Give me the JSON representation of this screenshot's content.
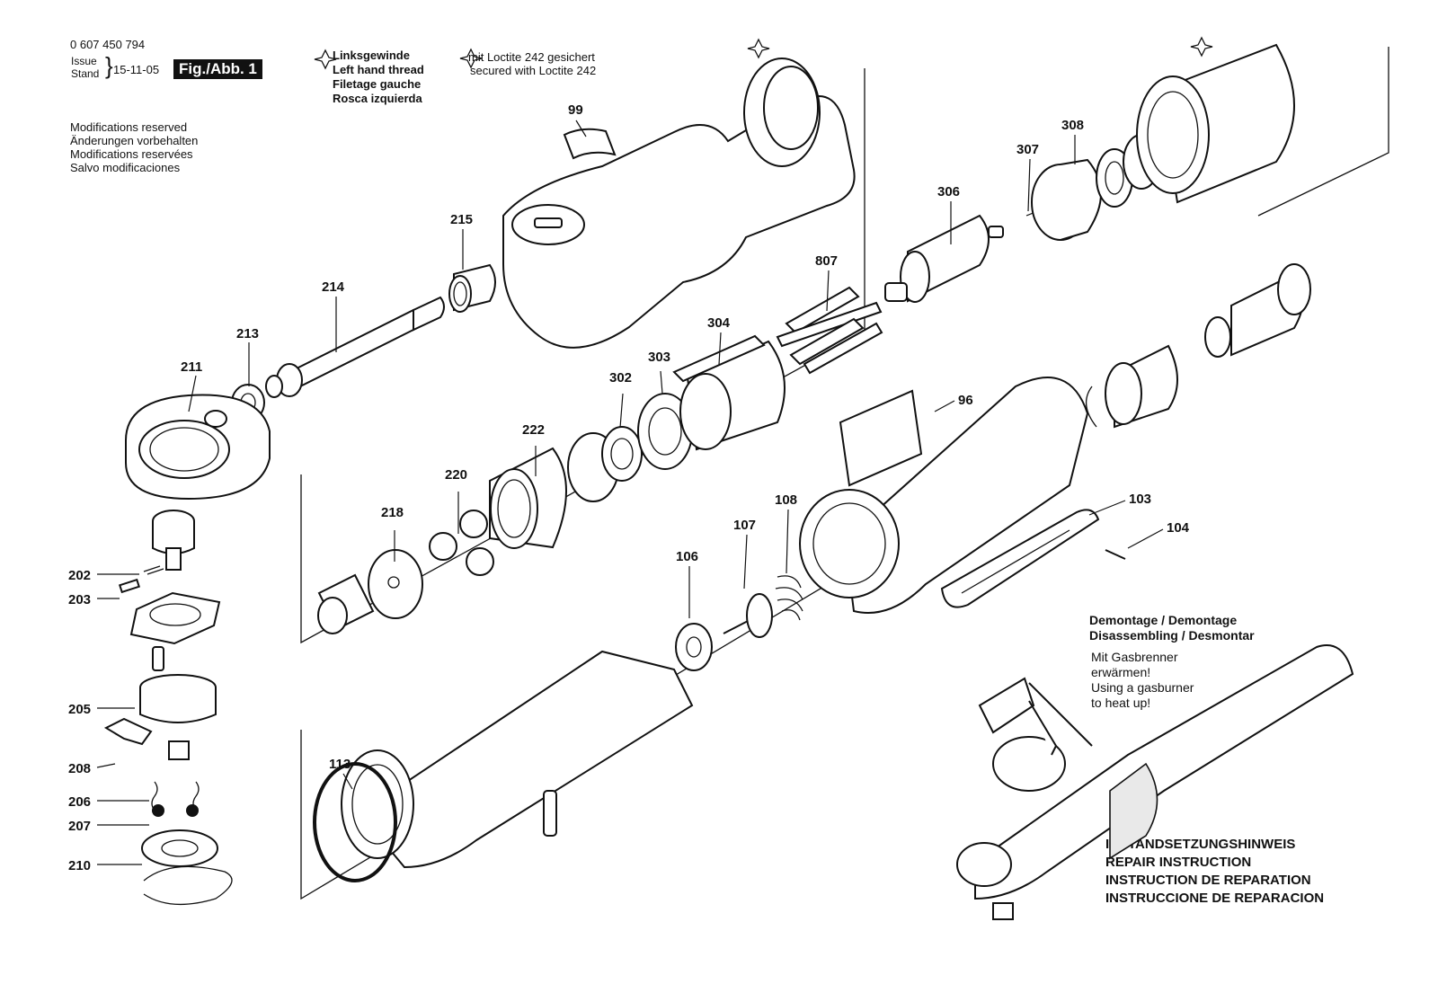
{
  "header": {
    "part_number": "0 607 450 794",
    "issue_label": "Issue",
    "stand_label": "Stand",
    "date": "15-11-05",
    "fig_label": "Fig./Abb. 1"
  },
  "modifications": [
    "Modifications reserved",
    "Änderungen vorbehalten",
    "Modifications reservées",
    "Salvo modificaciones"
  ],
  "legend_left_hand_thread": [
    "Linksgewinde",
    "Left hand thread",
    "Filetage gauche",
    "Rosca izquierda"
  ],
  "legend_loctite": [
    "mit Loctite 242 gesichert",
    "secured with Loctite 242"
  ],
  "disassembly": {
    "title1": "Demontage / Demontage",
    "title2": "Disassembling / Desmontar",
    "notes": [
      "Mit Gasbrenner",
      "erwärmen!",
      "Using a gasburner",
      "to heat up!"
    ]
  },
  "repair": [
    "INSTANDSETZUNGSHINWEIS",
    "REPAIR INSTRUCTION",
    "INSTRUCTION DE REPARATION",
    "INSTRUCCIONE DE REPARACION"
  ],
  "callouts": {
    "c99": "99",
    "c215": "215",
    "c214": "214",
    "c213": "213",
    "c211": "211",
    "c202": "202",
    "c203": "203",
    "c205": "205",
    "c208": "208",
    "c206": "206",
    "c207": "207",
    "c210": "210",
    "c218": "218",
    "c220": "220",
    "c222": "222",
    "c302": "302",
    "c303": "303",
    "c304": "304",
    "c807": "807",
    "c306": "306",
    "c307": "307",
    "c308": "308",
    "c96": "96",
    "c103": "103",
    "c104": "104",
    "c106": "106",
    "c107": "107",
    "c108": "108",
    "c113": "113"
  }
}
